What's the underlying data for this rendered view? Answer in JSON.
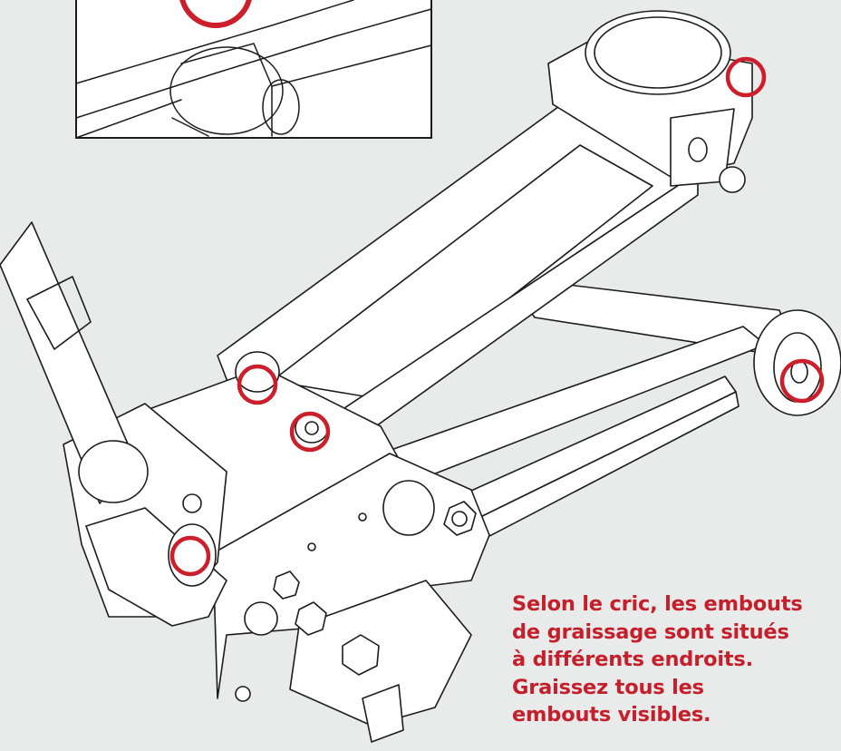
{
  "caption": {
    "lines": [
      "Selon le cric, les embouts",
      "de graissage sont situés",
      "à différents endroits.",
      "Graissez tous les",
      "embouts visibles."
    ]
  },
  "colors": {
    "background": "#e9eaea",
    "line_art": "#1c1c1c",
    "part_fill": "#ffffff",
    "highlight": "#cc1f2b",
    "caption_text": "#c41f2b"
  },
  "highlights": [
    {
      "name": "grease-point-saddle"
    },
    {
      "name": "grease-point-wheel"
    },
    {
      "name": "grease-point-arm-pivot"
    },
    {
      "name": "grease-point-arm-fitting"
    },
    {
      "name": "grease-point-pump"
    }
  ]
}
